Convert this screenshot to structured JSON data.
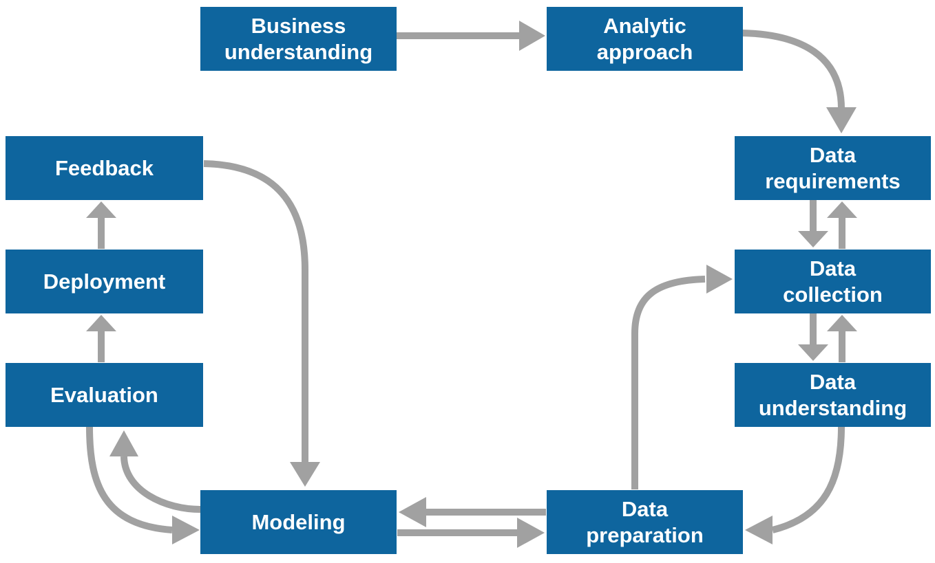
{
  "diagram": {
    "name": "data-science-methodology-flowchart",
    "colors": {
      "node_fill": "#0e659e",
      "node_text": "#ffffff",
      "arrow": "#a1a1a1",
      "background": "#ffffff"
    },
    "nodes": {
      "business_understanding": {
        "label": [
          "Business",
          "understanding"
        ]
      },
      "analytic_approach": {
        "label": [
          "Analytic",
          "approach"
        ]
      },
      "data_requirements": {
        "label": [
          "Data",
          "requirements"
        ]
      },
      "data_collection": {
        "label": [
          "Data",
          "collection"
        ]
      },
      "data_understanding": {
        "label": [
          "Data",
          "understanding"
        ]
      },
      "data_preparation": {
        "label": [
          "Data",
          "preparation"
        ]
      },
      "modeling": {
        "label": [
          "Modeling"
        ]
      },
      "evaluation": {
        "label": [
          "Evaluation"
        ]
      },
      "deployment": {
        "label": [
          "Deployment"
        ]
      },
      "feedback": {
        "label": [
          "Feedback"
        ]
      }
    },
    "edges": [
      {
        "from": "Business understanding",
        "to": "Analytic approach",
        "style": "straight"
      },
      {
        "from": "Analytic approach",
        "to": "Data requirements",
        "style": "curved"
      },
      {
        "from": "Data requirements",
        "to": "Data collection",
        "style": "straight"
      },
      {
        "from": "Data collection",
        "to": "Data requirements",
        "style": "straight"
      },
      {
        "from": "Data collection",
        "to": "Data understanding",
        "style": "straight"
      },
      {
        "from": "Data understanding",
        "to": "Data collection",
        "style": "straight"
      },
      {
        "from": "Data understanding",
        "to": "Data preparation",
        "style": "curved"
      },
      {
        "from": "Data preparation",
        "to": "Data collection",
        "style": "curved"
      },
      {
        "from": "Data preparation",
        "to": "Modeling",
        "style": "straight"
      },
      {
        "from": "Modeling",
        "to": "Data preparation",
        "style": "straight"
      },
      {
        "from": "Feedback",
        "to": "Modeling",
        "style": "curved"
      },
      {
        "from": "Deployment",
        "to": "Feedback",
        "style": "straight"
      },
      {
        "from": "Evaluation",
        "to": "Deployment",
        "style": "straight"
      },
      {
        "from": "Evaluation",
        "to": "Modeling",
        "style": "curved"
      },
      {
        "from": "Modeling",
        "to": "Evaluation",
        "style": "curved"
      }
    ]
  }
}
